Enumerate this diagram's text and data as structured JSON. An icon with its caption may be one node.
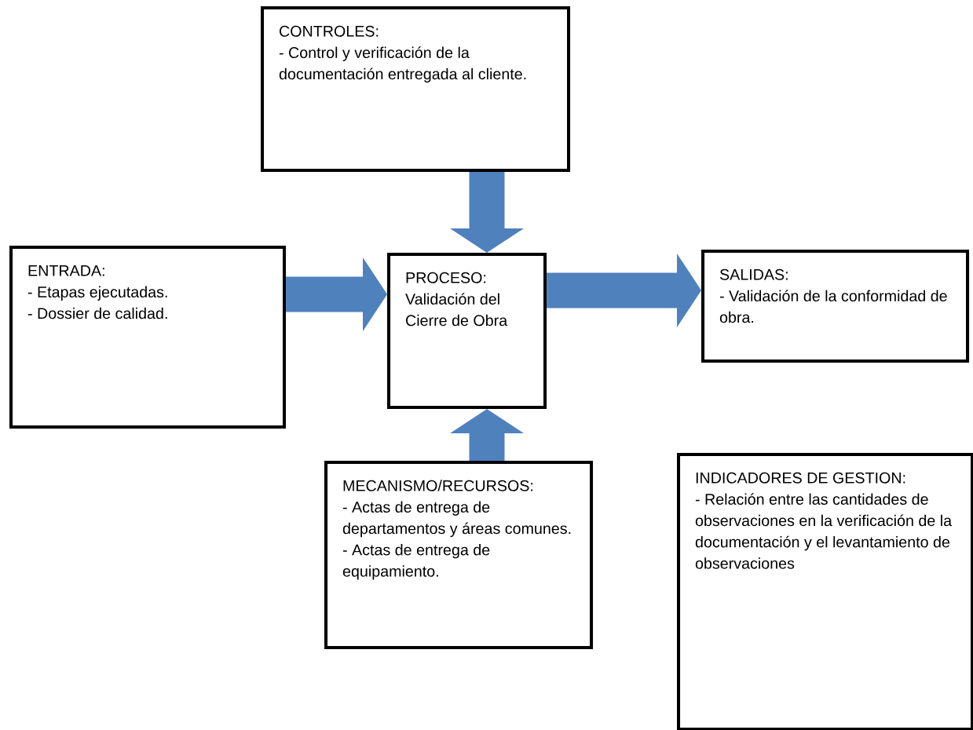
{
  "diagram": {
    "nodes": [
      {
        "text": [
          "CONTROLES:",
          "- Control y verificación de la documentación entregada al cliente."
        ]
      },
      {
        "text": [
          "ENTRADA:",
          "- Etapas ejecutadas.",
          "- Dossier de calidad."
        ]
      },
      {
        "text": [
          "PROCESO:",
          "Validación del Cierre de Obra"
        ]
      },
      {
        "text": [
          "SALIDAS:",
          "- Validación de la conformidad de obra."
        ]
      },
      {
        "text": [
          "MECANISMO/RECURSOS:",
          "- Actas de entrega de departamentos y áreas comunes.",
          "- Actas de entrega de equipamiento."
        ]
      },
      {
        "text": [
          "INDICADORES DE GESTION:",
          "- Relación entre las cantidades de observaciones en la verificación de la documentación y el levantamiento de observaciones"
        ]
      }
    ],
    "edges": [
      {
        "from": 0,
        "to": 2,
        "arrow": "to"
      },
      {
        "from": 1,
        "to": 2,
        "arrow": "to"
      },
      {
        "from": 2,
        "to": 3,
        "arrow": "to"
      },
      {
        "from": 4,
        "to": 2,
        "arrow": "to"
      }
    ]
  }
}
